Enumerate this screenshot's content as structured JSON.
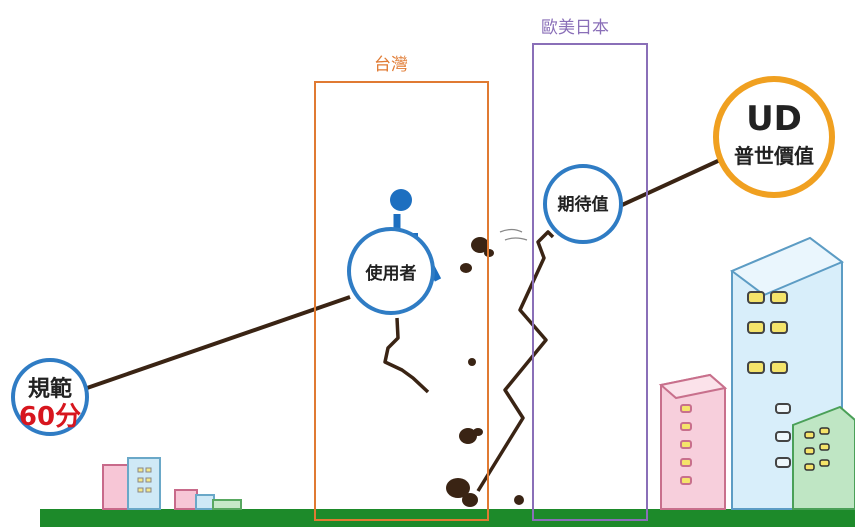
{
  "labels": {
    "taiwan": "台灣",
    "europe_us_japan": "歐美日本",
    "user": "使用者",
    "expectation": "期待值",
    "ud_title": "UD",
    "ud_subtitle": "普世價值",
    "norm_title": "規範",
    "norm_score": "60分"
  },
  "colors": {
    "taiwan_frame": "#e07a32",
    "europe_frame": "#8a6fb8",
    "ground": "#1d8a2a",
    "circle_ring": "#2f7cc4",
    "ud_ring": "#f0a020",
    "norm_score": "#d7161e",
    "path_line": "#3a2414",
    "wheelchair": "#1d6fc0"
  },
  "icons": [
    "wheelchair-user-icon",
    "falling-rocks-icon",
    "building-icon"
  ]
}
